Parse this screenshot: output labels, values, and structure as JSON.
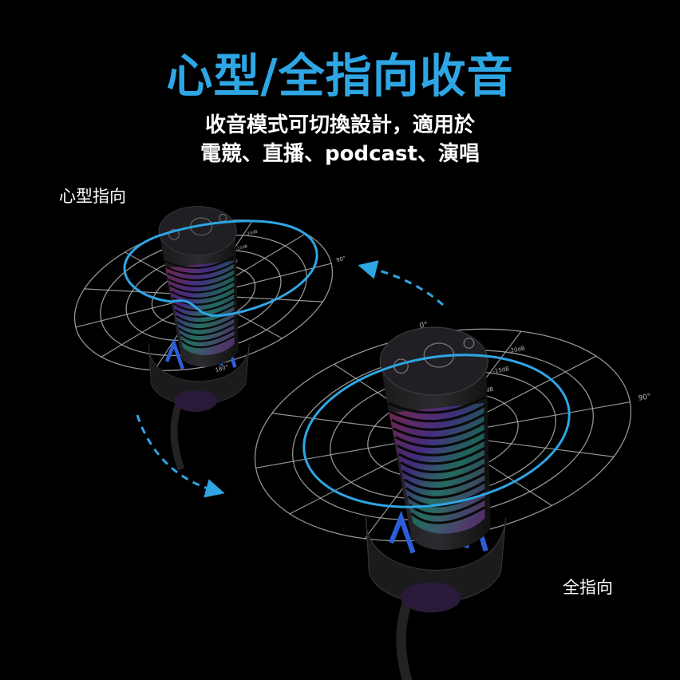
{
  "headline": "心型/全指向收音",
  "subtitle_line1": "收音模式可切換設計，適用於",
  "subtitle_line2": "電競、直播、podcast、演唱",
  "cardioid_label": "心型指向",
  "omni_label": "全指向",
  "polar_angle_labels": [
    "0°",
    "90°",
    "180°"
  ],
  "polar_db_labels": [
    "-5dB",
    "-10dB",
    "-15dB",
    "-20dB"
  ],
  "colors": {
    "accent": "#2fa6e4",
    "background": "#000000",
    "grid": "#b8b8b8",
    "text": "#ffffff"
  },
  "icons": [
    "microphone-icon",
    "mute-icon",
    "curved-arrow-icon"
  ]
}
